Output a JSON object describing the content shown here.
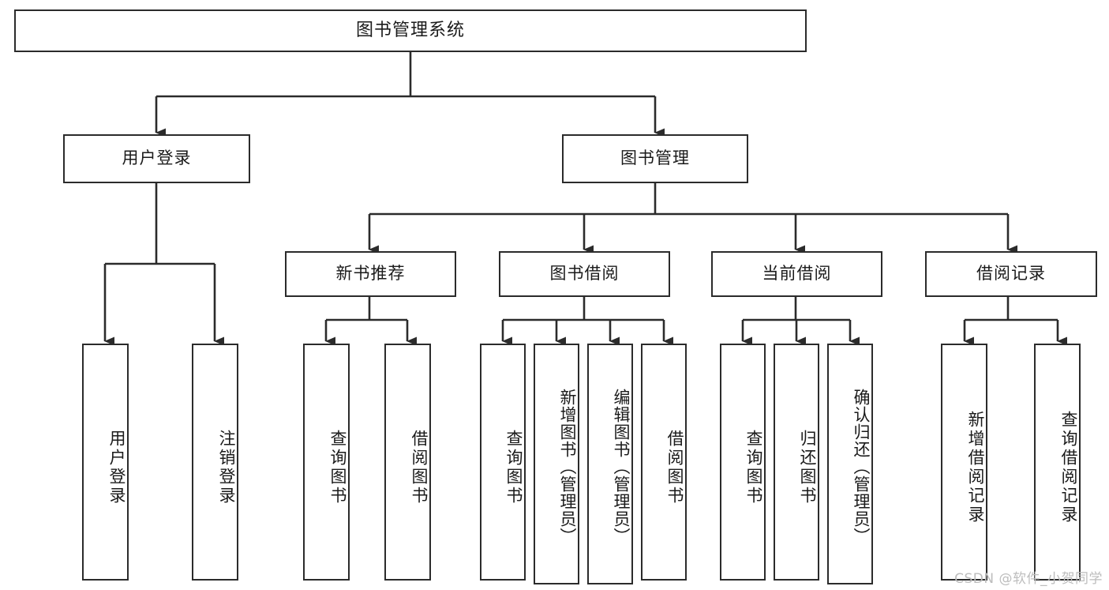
{
  "diagram": {
    "title": "图书管理系统",
    "type": "tree",
    "root": {
      "label": "图书管理系统"
    },
    "level2": [
      {
        "id": "user-login",
        "label": "用户登录"
      },
      {
        "id": "book-manage",
        "label": "图书管理"
      }
    ],
    "level3": [
      {
        "id": "new-book-rec",
        "label": "新书推荐",
        "parent": "book-manage"
      },
      {
        "id": "book-borrow",
        "label": "图书借阅",
        "parent": "book-manage"
      },
      {
        "id": "current-borrow",
        "label": "当前借阅",
        "parent": "book-manage"
      },
      {
        "id": "borrow-record",
        "label": "借阅记录",
        "parent": "book-manage"
      }
    ],
    "leaves": [
      {
        "id": "leaf-user-login",
        "label": "用户登录",
        "parent": "user-login"
      },
      {
        "id": "leaf-logout",
        "label": "注销登录",
        "parent": "user-login"
      },
      {
        "id": "leaf-query-book-1",
        "label": "查询图书",
        "parent": "new-book-rec"
      },
      {
        "id": "leaf-borrow-book-1",
        "label": "借阅图书",
        "parent": "new-book-rec"
      },
      {
        "id": "leaf-query-book-2",
        "label": "查询图书",
        "parent": "book-borrow"
      },
      {
        "id": "leaf-add-book",
        "label": "新增图书（管理员）",
        "parent": "book-borrow"
      },
      {
        "id": "leaf-edit-book",
        "label": "编辑图书（管理员）",
        "parent": "book-borrow"
      },
      {
        "id": "leaf-borrow-book-2",
        "label": "借阅图书",
        "parent": "book-borrow"
      },
      {
        "id": "leaf-query-book-3",
        "label": "查询图书",
        "parent": "current-borrow"
      },
      {
        "id": "leaf-return-book",
        "label": "归还图书",
        "parent": "current-borrow"
      },
      {
        "id": "leaf-confirm-return",
        "label": "确认归还（管理员）",
        "parent": "current-borrow"
      },
      {
        "id": "leaf-add-record",
        "label": "新增借阅记录",
        "parent": "borrow-record"
      },
      {
        "id": "leaf-query-record",
        "label": "查询借阅记录",
        "parent": "borrow-record"
      }
    ]
  },
  "watermark": {
    "text": "CSDN @软件_小贺同学"
  },
  "colors": {
    "stroke": "#2b2b2b",
    "fill": "#ffffff",
    "text": "#1a1a1a",
    "watermark": "#bdbdbd"
  }
}
